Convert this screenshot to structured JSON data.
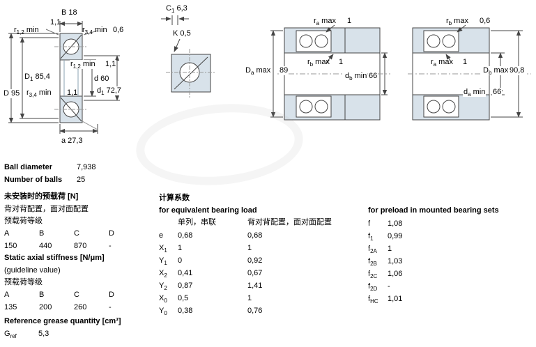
{
  "colors": {
    "diagram_fill": "#d8e2ea",
    "line": "#444444",
    "centerline": "#999999",
    "text": "#000000"
  },
  "diag1": {
    "B": "B 18",
    "r12_top_label": "r~1,2~ min",
    "r12_top_value": "1,1",
    "r34_top_label": "r~3,4~ min",
    "r34_top_value": "0,6",
    "r12_mid_label": "r~1,2~ min",
    "r12_mid_value": "1,1",
    "D1": "D~1~ 85,4",
    "d": "d 60",
    "D": "D 95",
    "r34_mid_label": "r~3,4~ min",
    "r34_mid_value": "1,1",
    "d1": "d~1~ 72,7",
    "a": "a 27,3"
  },
  "diag2": {
    "C1": "C~1~ 6,3",
    "K": "K 0,5"
  },
  "diag3": {
    "ra_label": "r~a~ max",
    "ra_value": "1",
    "Da_label": "D~a~ max",
    "Da_value": "89",
    "rb_label": "r~b~ max",
    "rb_value": "1",
    "db_label": "d~b~ min",
    "db_value": "66"
  },
  "diag4": {
    "rb_label": "r~b~ max",
    "rb_value": "0,6",
    "ra_label": "r~a~ max",
    "ra_value": "1",
    "Db_label": "D~b~ max",
    "Db_value": "90,8",
    "da_label": "d~a~ min",
    "da_value": "66"
  },
  "specs": {
    "ball_diameter_label": "Ball diameter",
    "ball_diameter_value": "7,938",
    "num_balls_label": "Number of balls",
    "num_balls_value": "25"
  },
  "preload_unmounted": {
    "title": "未安装时的预载荷 [N]",
    "subtitle": "背对背配置，面对面配置",
    "class_label": "预载荷等级",
    "headers": [
      "A",
      "B",
      "C",
      "D"
    ],
    "values": [
      "150",
      "440",
      "870",
      "-"
    ]
  },
  "stiffness": {
    "title": "Static axial stiffness [N/μm]",
    "subtitle": "(guideline value)",
    "class_label": "预载荷等级",
    "headers": [
      "A",
      "B",
      "C",
      "D"
    ],
    "values": [
      "135",
      "200",
      "260",
      "-"
    ]
  },
  "grease": {
    "title": "Reference grease quantity [cm³]",
    "symbol": "G~ref~",
    "value": "5,3"
  },
  "calc_factors": {
    "title": "计算系数",
    "subtitle": "for equivalent bearing load",
    "col1_header": "单列，串联",
    "col2_header": "背对背配置，面对面配置",
    "rows": [
      {
        "sym": "e",
        "v1": "0,68",
        "v2": "0,68"
      },
      {
        "sym": "X~1~",
        "v1": "1",
        "v2": "1"
      },
      {
        "sym": "Y~1~",
        "v1": "0",
        "v2": "0,92"
      },
      {
        "sym": "X~2~",
        "v1": "0,41",
        "v2": "0,67"
      },
      {
        "sym": "Y~2~",
        "v1": "0,87",
        "v2": "1,41"
      },
      {
        "sym": "X~0~",
        "v1": "0,5",
        "v2": "1"
      },
      {
        "sym": "Y~0~",
        "v1": "0,38",
        "v2": "0,76"
      }
    ]
  },
  "preload_factors": {
    "title": "for preload in mounted bearing sets",
    "rows": [
      {
        "sym": "f",
        "v": "1,08"
      },
      {
        "sym": "f~1~",
        "v": "0,99"
      },
      {
        "sym": "f~2A~",
        "v": "1"
      },
      {
        "sym": "f~2B~",
        "v": "1,03"
      },
      {
        "sym": "f~2C~",
        "v": "1,06"
      },
      {
        "sym": "f~2D~",
        "v": "-"
      },
      {
        "sym": "f~HC~",
        "v": "1,01"
      }
    ]
  }
}
